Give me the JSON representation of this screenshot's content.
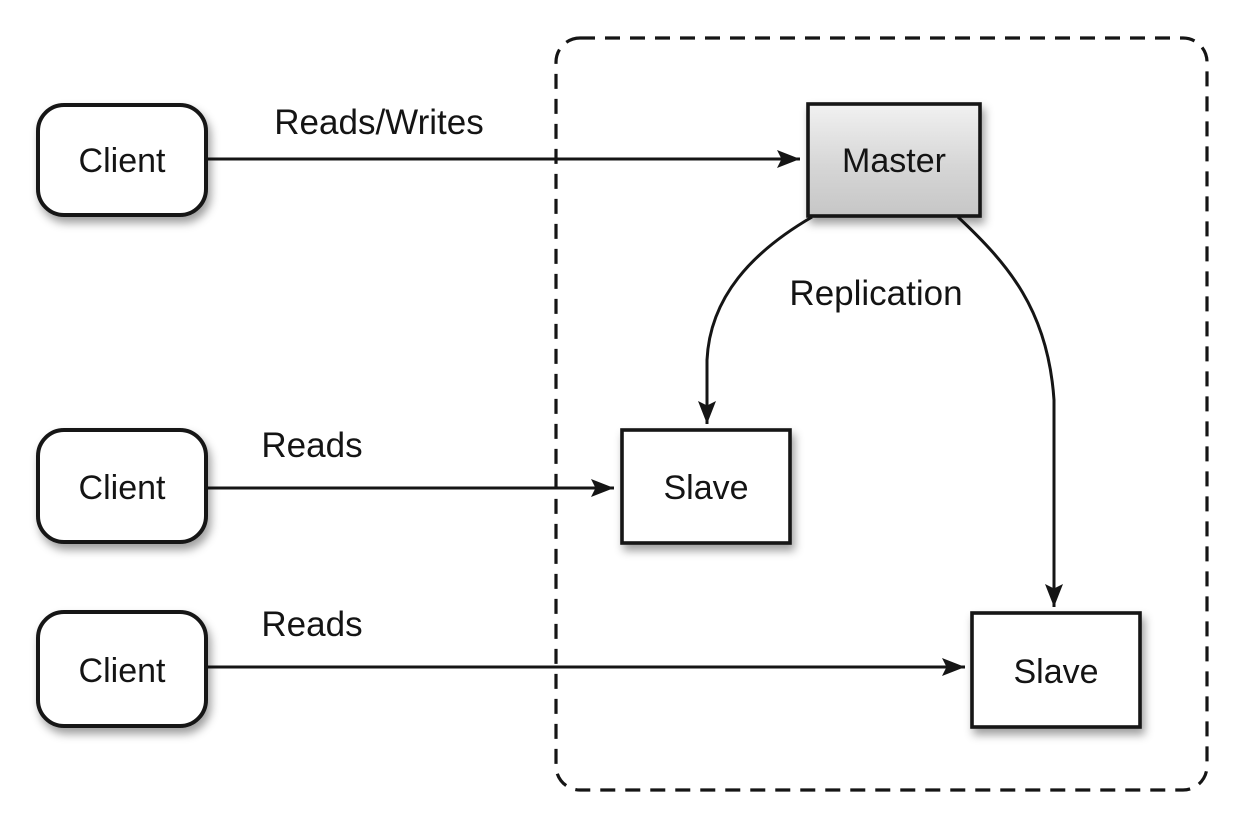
{
  "diagram": {
    "description": "Database master-slave replication topology",
    "clients": [
      {
        "label": "Client"
      },
      {
        "label": "Client"
      },
      {
        "label": "Client"
      }
    ],
    "nodes": {
      "master": {
        "label": "Master"
      },
      "slave1": {
        "label": "Slave"
      },
      "slave2": {
        "label": "Slave"
      }
    },
    "edges": {
      "client1_to_master": {
        "label": "Reads/Writes"
      },
      "client2_to_slave1": {
        "label": "Reads"
      },
      "client3_to_slave2": {
        "label": "Reads"
      },
      "master_to_slaves": {
        "label": "Replication"
      }
    },
    "colors": {
      "background": "#ffffff",
      "stroke": "#151515",
      "node_fill": "#ffffff",
      "master_fill_top": "#f0f0f0",
      "master_fill_bottom": "#c6c6c6"
    }
  }
}
